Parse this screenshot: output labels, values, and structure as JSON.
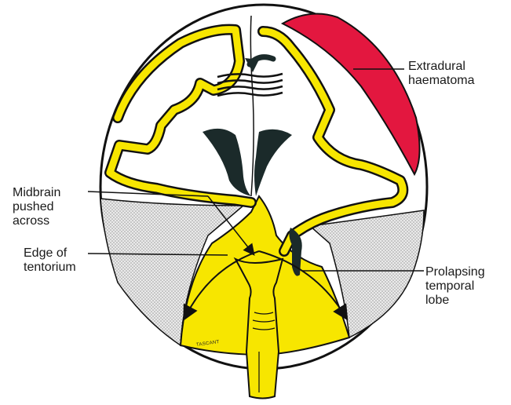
{
  "labels": {
    "extradural": "Extradural\nhaematoma",
    "midbrain": "Midbrain\npushed\nacross",
    "tentorium": "Edge of\ntentorium",
    "prolapsing": "Prolapsing\ntemporal\nlobe"
  },
  "signature": "TASCANT",
  "colors": {
    "haematoma": "#e3173f",
    "brain_yellow": "#f7e600",
    "ventricle": "#1b2a2a",
    "tentorium_fill": "#d9d9d9",
    "outline": "#111111"
  },
  "icons": {
    "deformation-arrow": "curved arrow",
    "pressure-lines": "wavy lines"
  }
}
